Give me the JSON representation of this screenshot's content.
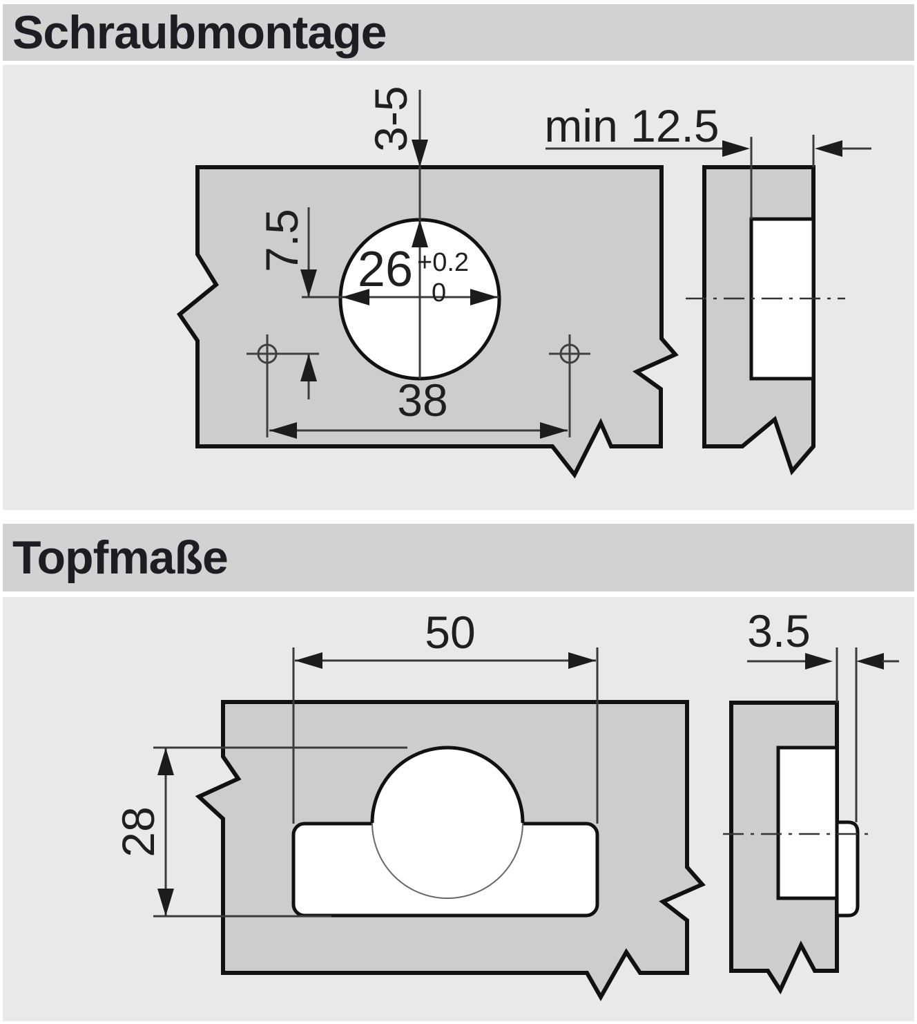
{
  "sections": {
    "schraubmontage": {
      "title": "Schraubmontage",
      "labels": {
        "edge_distance": "3-5",
        "screw_hole_offset": "7.5",
        "cup_diameter": "26",
        "cup_diameter_tol_upper": "+0.2",
        "cup_diameter_tol_lower": "0",
        "screw_spacing": "38",
        "min_drilling_depth": "min 12.5"
      }
    },
    "topfmasse": {
      "title": "Topfmaße",
      "labels": {
        "cup_pattern_width": "50",
        "cup_pattern_height": "28",
        "cup_protrusion": "3.5"
      }
    }
  },
  "colors": {
    "header_bar": "#d2d2d2",
    "content_background": "#e9e9ea",
    "panel_fill": "#cccdce",
    "outline": "#111111",
    "dimension_line": "#3a3a3a",
    "title_text": "#1d1d24",
    "dimension_text": "#1f1f1f"
  }
}
